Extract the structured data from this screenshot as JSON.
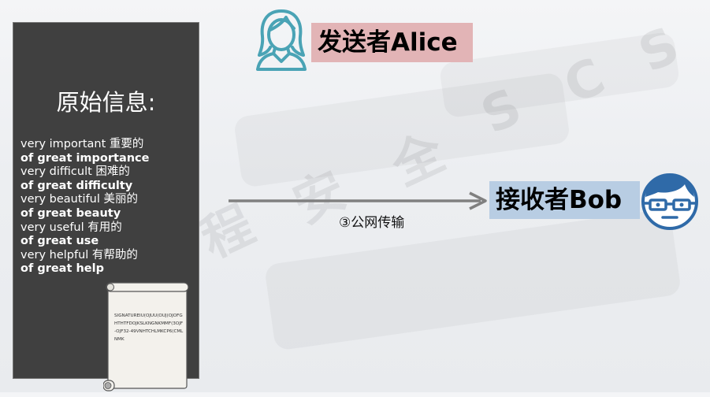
{
  "watermark": {
    "letters": [
      "S",
      "C",
      "S"
    ],
    "chars": [
      "程",
      "安",
      "全"
    ]
  },
  "panel": {
    "title": "原始信息:",
    "lines": [
      {
        "text": "very important 重要的",
        "bold": false
      },
      {
        "text": "of great importance",
        "bold": true
      },
      {
        "text": "very difficult 困难的",
        "bold": false
      },
      {
        "text": "of great difficulty",
        "bold": true
      },
      {
        "text": "very beautiful 美丽的",
        "bold": false
      },
      {
        "text": "of great beauty",
        "bold": true
      },
      {
        "text": "very useful 有用的",
        "bold": false
      },
      {
        "text": "of great use",
        "bold": true
      },
      {
        "text": "very helpful 有帮助的",
        "bold": false
      },
      {
        "text": "of great help",
        "bold": true
      }
    ],
    "signature": "SIGNATUREIU(OJUU(OUJ(OJOFGHTHTFDOJKSLKNGNKMMF(3OJF-OJF32-49VNHTCHLMKCP6(CML NMK"
  },
  "sender": {
    "label": "发送者Alice",
    "icon": "female-user-icon",
    "color": "#e2b4b6"
  },
  "receiver": {
    "label": "接收者Bob",
    "icon": "male-user-glasses-icon",
    "color": "#b8cde3"
  },
  "channel": {
    "label": "③公网传输",
    "icon": "arrow-right-icon"
  }
}
